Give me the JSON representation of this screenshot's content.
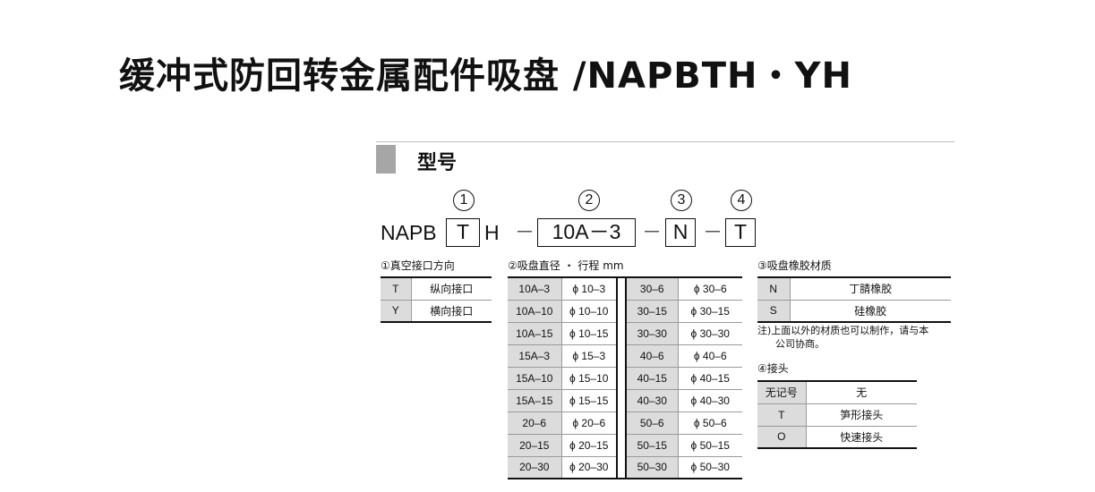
{
  "title": "缓冲式防回转金属配件吸盘 /NAPBTH・YH",
  "section": {
    "title": "型号"
  },
  "model": {
    "markers": [
      "1",
      "2",
      "3",
      "4"
    ],
    "prefix": "NAPB",
    "box1": "T",
    "mid": "H",
    "box2": "10A－3",
    "box3": "N",
    "box4": "T",
    "dash": "－"
  },
  "table1": {
    "heading": "①真空接口方向",
    "rows": [
      {
        "code": "T",
        "desc": "纵向接口"
      },
      {
        "code": "Y",
        "desc": "横向接口"
      }
    ]
  },
  "table2": {
    "heading": "②吸盘直径 ・ 行程 mm",
    "rows": [
      {
        "a": "10A–3",
        "b": "ϕ 10–3",
        "c": "30–6",
        "d": "ϕ 30–6"
      },
      {
        "a": "10A–10",
        "b": "ϕ 10–10",
        "c": "30–15",
        "d": "ϕ 30–15"
      },
      {
        "a": "10A–15",
        "b": "ϕ 10–15",
        "c": "30–30",
        "d": "ϕ 30–30"
      },
      {
        "a": "15A–3",
        "b": "ϕ 15–3",
        "c": "40–6",
        "d": "ϕ 40–6"
      },
      {
        "a": "15A–10",
        "b": "ϕ 15–10",
        "c": "40–15",
        "d": "ϕ 40–15"
      },
      {
        "a": "15A–15",
        "b": "ϕ 15–15",
        "c": "40–30",
        "d": "ϕ 40–30"
      },
      {
        "a": "20–6",
        "b": "ϕ 20–6",
        "c": "50–6",
        "d": "ϕ 50–6"
      },
      {
        "a": "20–15",
        "b": "ϕ 20–15",
        "c": "50–15",
        "d": "ϕ 50–15"
      },
      {
        "a": "20–30",
        "b": "ϕ 20–30",
        "c": "50–30",
        "d": "ϕ 50–30"
      }
    ]
  },
  "table3": {
    "heading": "③吸盘橡胶材质",
    "rows": [
      {
        "code": "N",
        "desc": "丁腈橡胶"
      },
      {
        "code": "S",
        "desc": "硅橡胶"
      }
    ],
    "note_line1": "注)上面以外的材质也可以制作，请与本",
    "note_line2": "公司协商。"
  },
  "table4": {
    "heading": "④接头",
    "rows": [
      {
        "code": "无记号",
        "desc": "无"
      },
      {
        "code": "T",
        "desc": "笋形接头"
      },
      {
        "code": "O",
        "desc": "快速接头"
      }
    ]
  }
}
